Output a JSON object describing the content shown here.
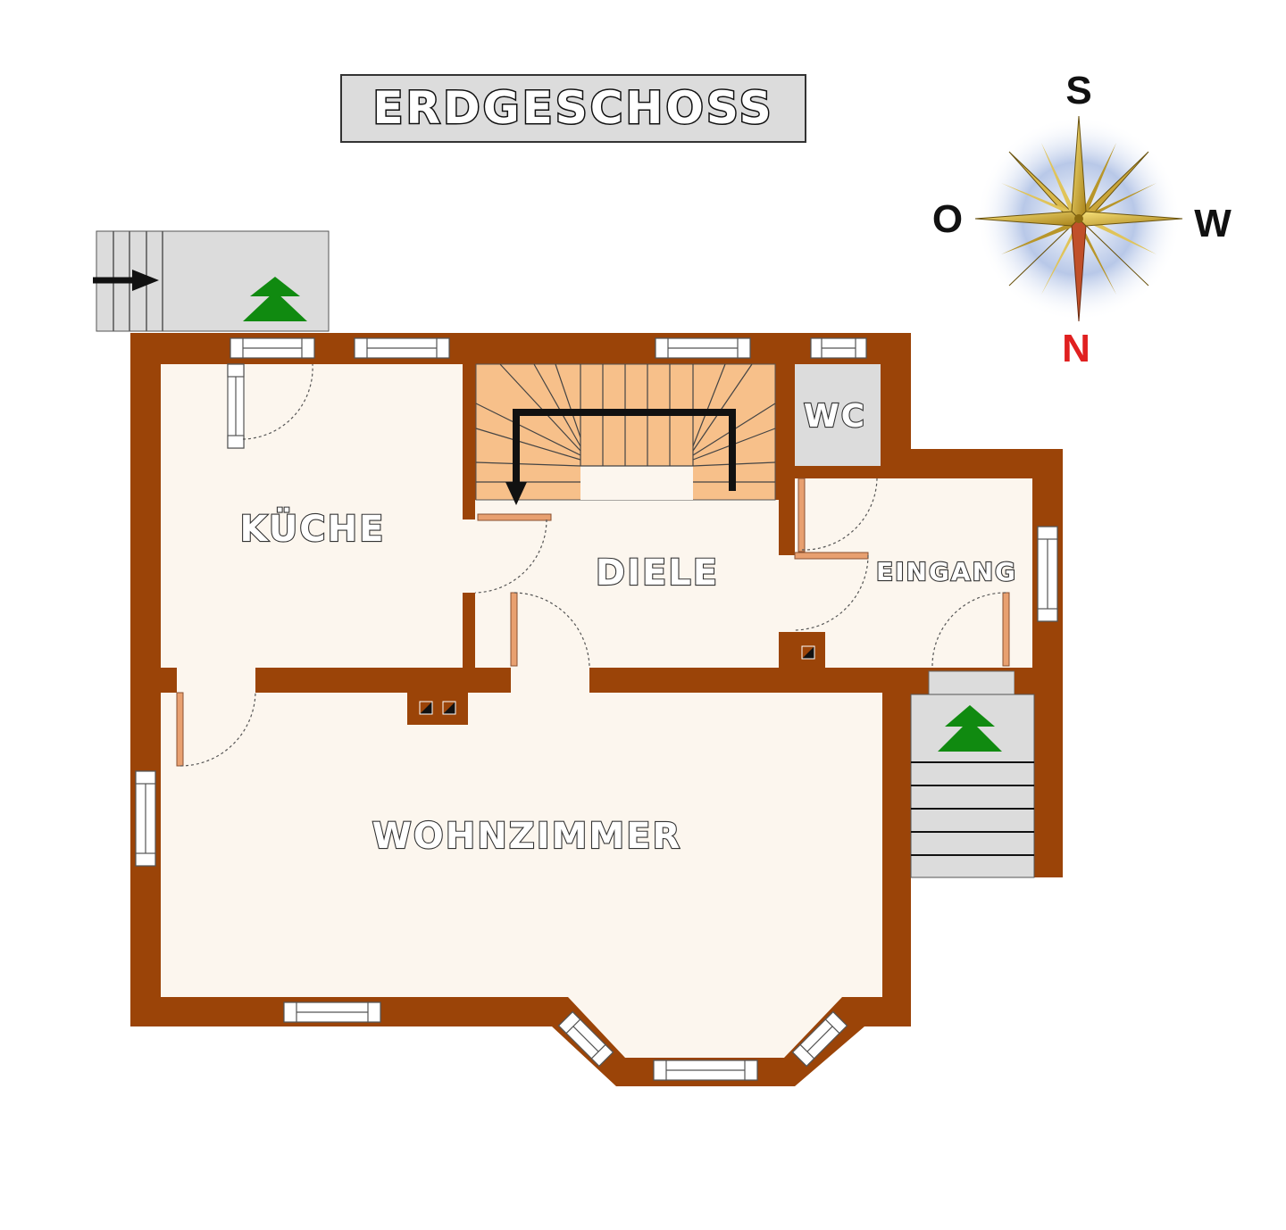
{
  "title": "ERDGESCHOSS",
  "compass": {
    "south": "S",
    "west": "W",
    "north": "N",
    "east": "O"
  },
  "rooms": {
    "kitchen": "KÜCHE",
    "hall": "DIELE",
    "wc": "WC",
    "entrance": "EINGANG",
    "living": "WOHNZIMMER"
  },
  "colors": {
    "wall": "#9b4408",
    "floor": "#fcf6ee",
    "stairs": "#f7c08a",
    "door": "#e8a070",
    "landing": "#dcdcdc",
    "arrow_green": "#108a10",
    "compass_north": "#e02020"
  }
}
